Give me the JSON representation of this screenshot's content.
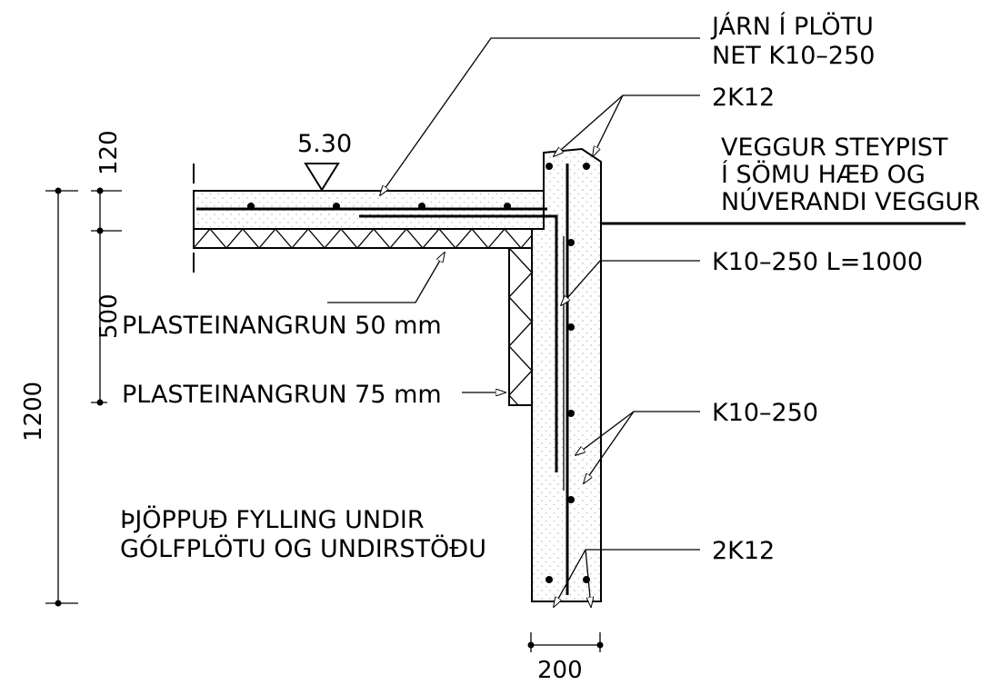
{
  "labels": {
    "slab_rebar_line1": "JÁRN Í PLÖTU",
    "slab_rebar_line2": "NET K10–250",
    "top_bars": "2K12",
    "wall_note_line1": "VEGGUR STEYPIST",
    "wall_note_line2": "Í SÖMU HÆÐ OG",
    "wall_note_line3": "NÚVERANDI VEGGUR",
    "lap_bar": "K10–250 L=1000",
    "wall_bars": "K10–250",
    "bottom_bars": "2K12",
    "insulation_50": "PLASTEINANGRUN 50 mm",
    "insulation_75": "PLASTEINANGRUN 75 mm",
    "fill_line1": "ÞJÖPPUÐ FYLLING UNDIR",
    "fill_line2": "GÓLFPLÖTU OG UNDIRSTÖÐU",
    "level_mark": "5.30"
  },
  "dimensions": {
    "slab_thickness": "120",
    "insulation_depth": "500",
    "total_height": "1200",
    "wall_width": "200"
  }
}
